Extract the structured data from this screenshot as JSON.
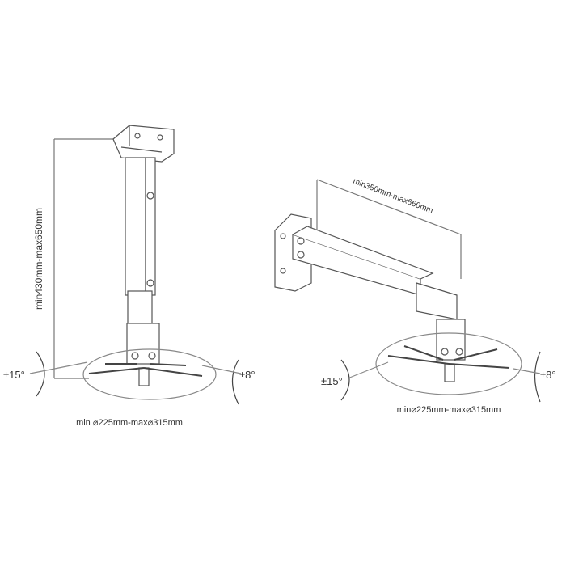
{
  "ceiling_mount": {
    "height_label": "min430mm-max650mm",
    "tilt_label": "±15°",
    "swivel_label": "±8°",
    "plate_label": "min ⌀225mm-max⌀315mm"
  },
  "wall_mount": {
    "length_label": "min350mm-max660mm",
    "tilt_label": "±15°",
    "swivel_label": "±8°",
    "plate_label": "min⌀225mm-max⌀315mm"
  }
}
